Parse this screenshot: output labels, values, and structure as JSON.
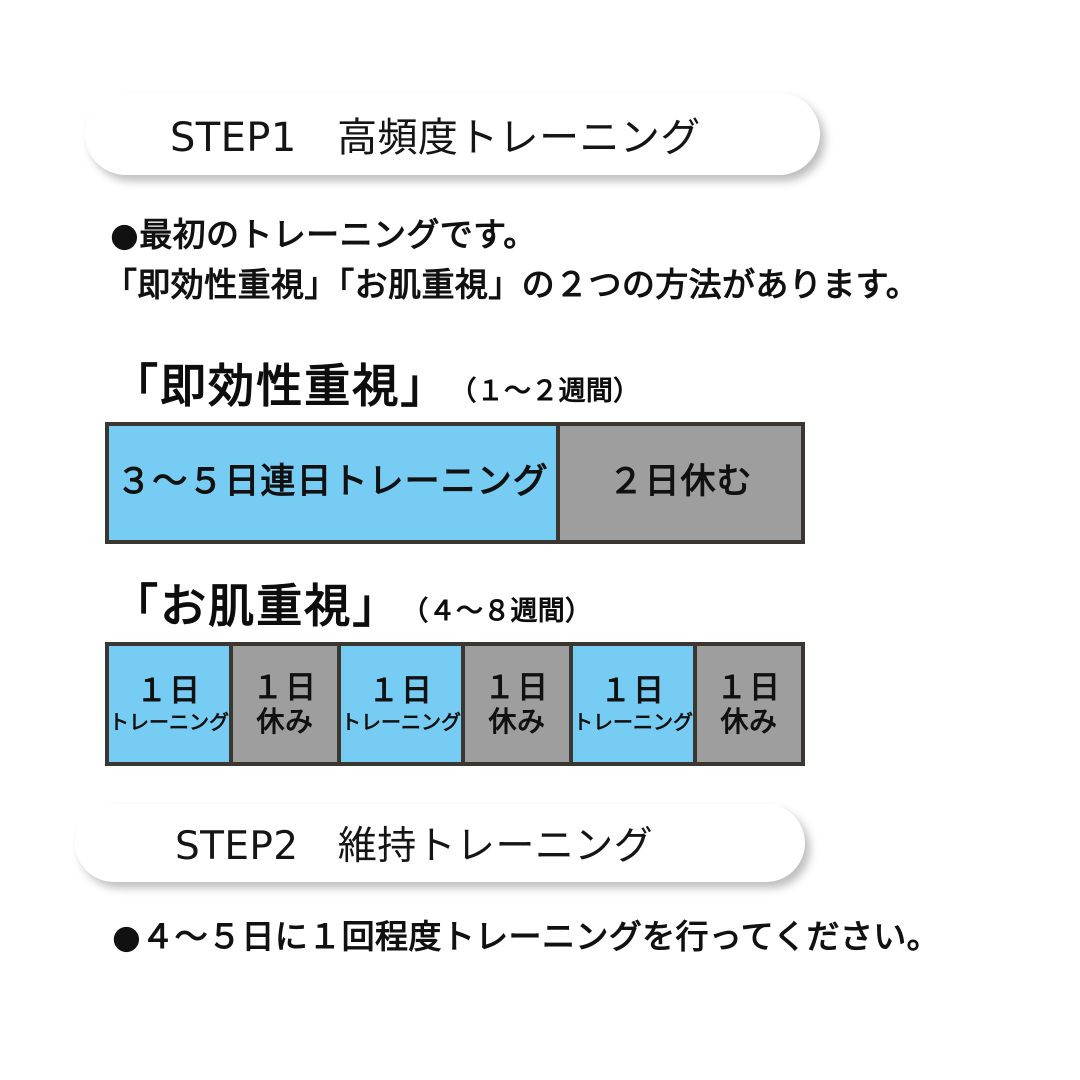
{
  "theme": {
    "background": "#ffffff",
    "text_color": "#111111",
    "accent_blue": "#76ccf2",
    "accent_gray": "#9e9e9e",
    "border_dark": "#3c3630",
    "pill_background": "#ffffff"
  },
  "steps": [
    {
      "id": "step1",
      "label": "STEP1　高頻度トレーニング"
    },
    {
      "id": "step2",
      "label": "STEP2　維持トレーニング"
    }
  ],
  "intro": {
    "line1": "●最初のトレーニングです。",
    "line2": "「即効性重視」「お肌重視」の２つの方法があります。"
  },
  "step2_note": "●４～５日に１回程度トレーニングを行ってください。",
  "sections": [
    {
      "id": "sokkousei",
      "heading_main": "「即効性重視」",
      "heading_sub": "（１～２週間）",
      "bar": {
        "type": "two-segment",
        "cells": [
          {
            "color": "blue",
            "main": "３～５日連日トレーニング",
            "sub": ""
          },
          {
            "color": "gray",
            "main": "２日休む",
            "sub": ""
          }
        ]
      }
    },
    {
      "id": "ohada",
      "heading_main": "「お肌重視」",
      "heading_sub": "（４～８週間）",
      "bar": {
        "type": "six-segment",
        "cells": [
          {
            "color": "blue",
            "main": "１日",
            "sub": "トレーニング"
          },
          {
            "color": "gray",
            "main": "１日",
            "sub": "休み"
          },
          {
            "color": "blue",
            "main": "１日",
            "sub": "トレーニング"
          },
          {
            "color": "gray",
            "main": "１日",
            "sub": "休み"
          },
          {
            "color": "blue",
            "main": "１日",
            "sub": "トレーニング"
          },
          {
            "color": "gray",
            "main": "１日",
            "sub": "休み"
          }
        ]
      }
    }
  ]
}
